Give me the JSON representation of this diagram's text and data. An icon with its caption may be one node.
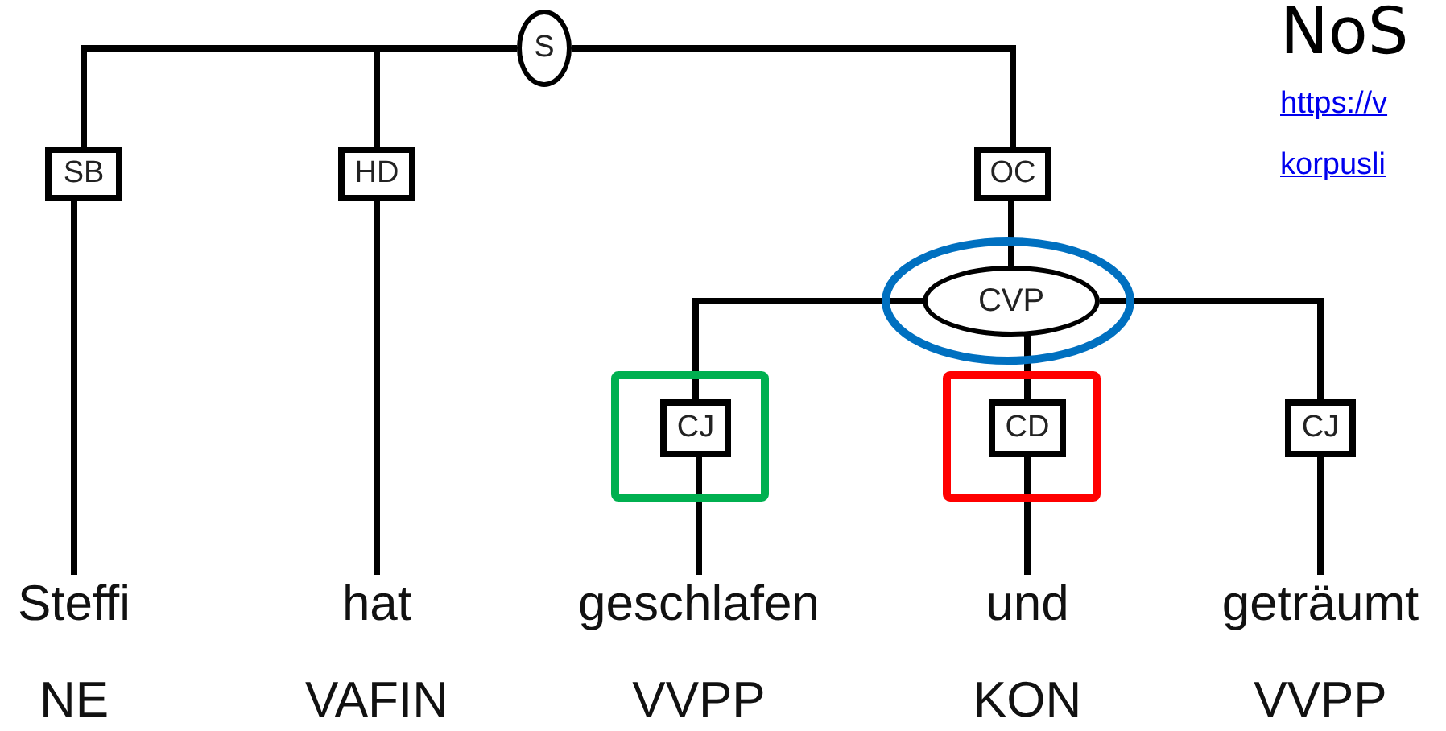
{
  "diagram": {
    "nodes": [
      {
        "text": [
          "S"
        ]
      },
      {
        "text": [
          "SB"
        ]
      },
      {
        "text": [
          "HD"
        ]
      },
      {
        "text": [
          "OC"
        ]
      },
      {
        "text": [
          "CVP"
        ]
      },
      {
        "text": [
          "CJ"
        ]
      },
      {
        "text": [
          "CD"
        ]
      },
      {
        "text": [
          "CJ"
        ]
      },
      {
        "text": [
          "Steffi",
          "NE"
        ]
      },
      {
        "text": [
          "hat",
          "VAFIN"
        ]
      },
      {
        "text": [
          "geschlafen",
          "VVPP"
        ]
      },
      {
        "text": [
          "und",
          "KON"
        ]
      },
      {
        "text": [
          "geträumt",
          "VVPP"
        ]
      }
    ],
    "edges": [
      {
        "from": 0,
        "to": 1,
        "arrow": "none"
      },
      {
        "from": 0,
        "to": 2,
        "arrow": "none"
      },
      {
        "from": 0,
        "to": 3,
        "arrow": "none"
      },
      {
        "from": 1,
        "to": 8,
        "arrow": "none"
      },
      {
        "from": 2,
        "to": 9,
        "arrow": "none"
      },
      {
        "from": 3,
        "to": 4,
        "arrow": "none"
      },
      {
        "from": 4,
        "to": 5,
        "arrow": "none"
      },
      {
        "from": 4,
        "to": 6,
        "arrow": "none"
      },
      {
        "from": 4,
        "to": 7,
        "arrow": "none"
      },
      {
        "from": 5,
        "to": 10,
        "arrow": "none"
      },
      {
        "from": 6,
        "to": 11,
        "arrow": "none"
      },
      {
        "from": 7,
        "to": 12,
        "arrow": "none"
      }
    ],
    "labels": [
      "NoS",
      "https://v",
      "korpusli"
    ]
  }
}
